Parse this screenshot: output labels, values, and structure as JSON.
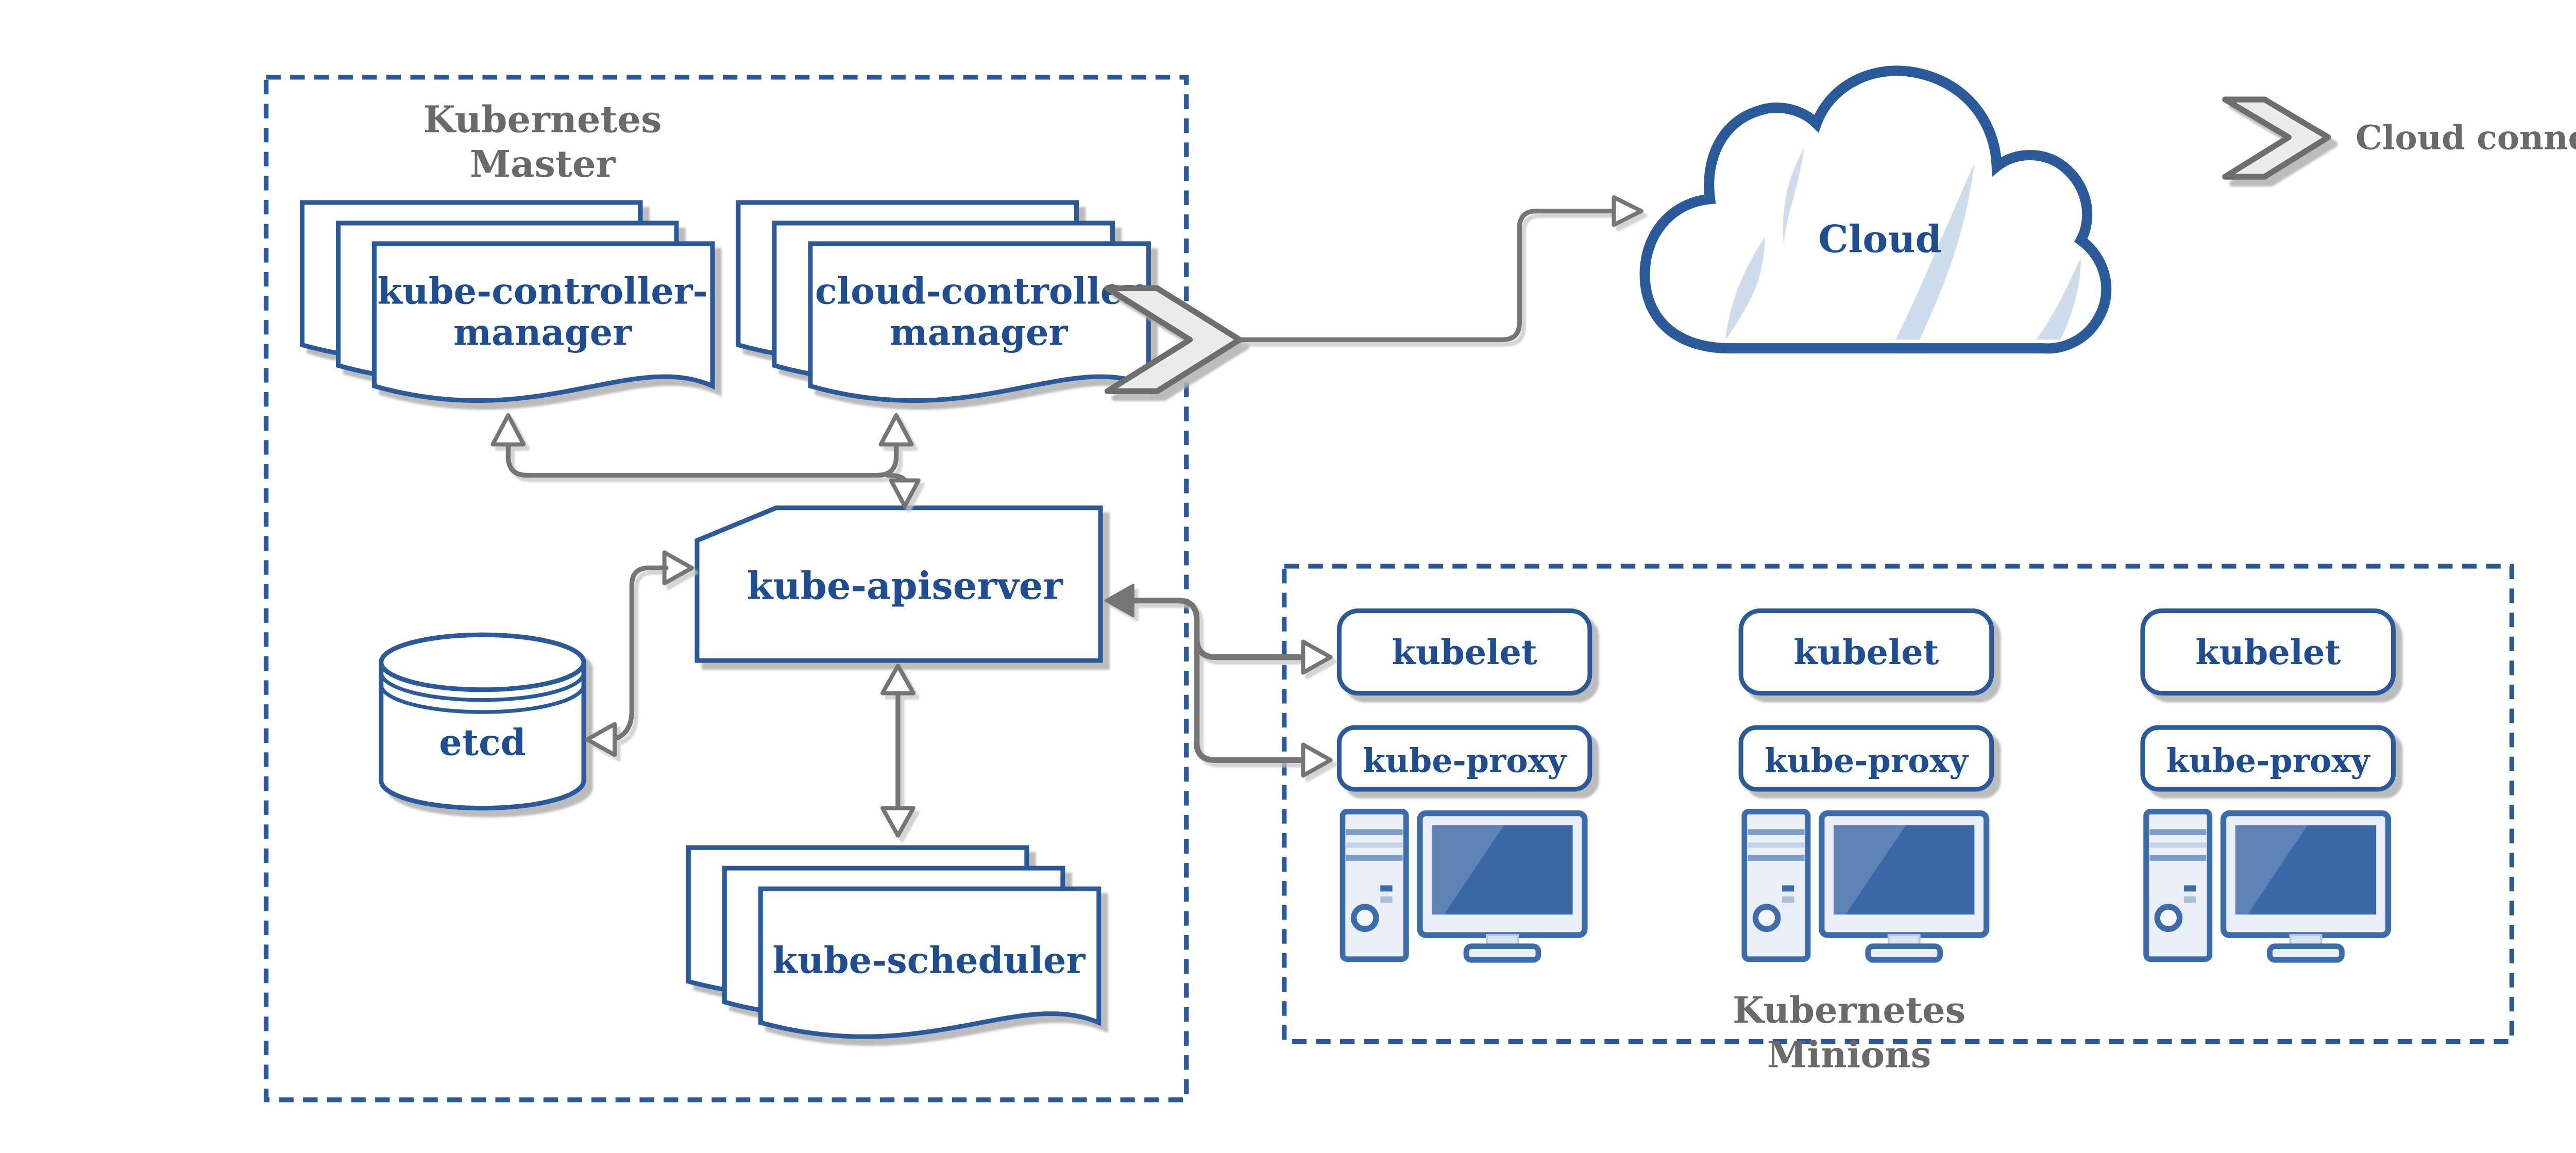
{
  "master": {
    "title_line1": "Kubernetes",
    "title_line2": "Master",
    "kube_controller_manager": {
      "line1": "kube-controller-",
      "line2": "manager"
    },
    "cloud_controller_manager": {
      "line1": "cloud-controller",
      "line2": "manager"
    },
    "kube_apiserver_label": "kube-apiserver",
    "etcd_label": "etcd",
    "kube_scheduler_label": "kube-scheduler"
  },
  "cloud": {
    "label": "Cloud"
  },
  "legend": {
    "label": "Cloud connector",
    "icon": "chevron-arrow-icon"
  },
  "minions": {
    "title_line1": "Kubernetes",
    "title_line2": "Minions",
    "nodes": [
      {
        "kubelet": "kubelet",
        "kube_proxy": "kube-proxy"
      },
      {
        "kubelet": "kubelet",
        "kube_proxy": "kube-proxy"
      },
      {
        "kubelet": "kubelet",
        "kube_proxy": "kube-proxy"
      }
    ]
  },
  "icons": {
    "cloud": "cloud-icon",
    "cloud_connector": "chevron-arrow-icon",
    "etcd": "database-cylinder-icon",
    "minion_machine": "desktop-computer-icon",
    "replicated_component": "stacked-documents-icon"
  },
  "colors": {
    "shape_border_blue": "#2a5a9a",
    "label_blue": "#1e4e91",
    "muted_gray": "#6a6a6a",
    "arrow_gray": "#757575",
    "icon_blue": "#3c6cab",
    "screen_blue": "#3a68a6",
    "screen_glare_blue": "#5f83b6",
    "icon_fill_light": "#e9eef7",
    "cloud_crescent_blue": "#cfdcec",
    "chevron_fill": "#ececec",
    "chevron_border": "#6e6e6e",
    "shadow_gray": "#b0b0b0",
    "background": "#ffffff"
  }
}
